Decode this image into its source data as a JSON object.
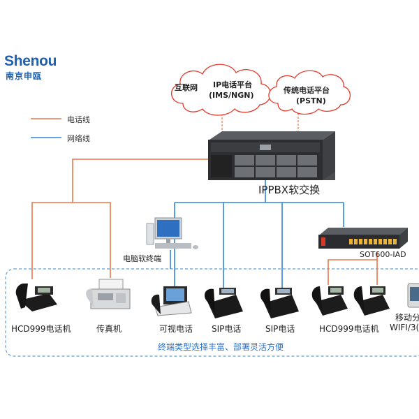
{
  "brand": {
    "name": "Shenou",
    "chinese": "南京申瓯"
  },
  "legend": {
    "phone_line": {
      "label": "电话线",
      "color": "#e8784a"
    },
    "network_line": {
      "label": "网络线",
      "color": "#2e86d4"
    }
  },
  "clouds": {
    "internet": {
      "line1": "互联网",
      "line2a": "IP电话平台",
      "line2b": "(IMS/NGN)"
    },
    "pstn": {
      "line1": "传统电话平台",
      "line2": "(PSTN)"
    }
  },
  "server": {
    "label": "IPPBX软交换"
  },
  "pc": {
    "label": "电脑软终端"
  },
  "iad": {
    "label": "SOT600-IAD"
  },
  "terminals": {
    "hcd999_left": "HCD999电话机",
    "fax": "传真机",
    "video_phone": "可视电话",
    "sip_phone_1": "SIP电话",
    "sip_phone_2": "SIP电话",
    "hcd999_right": "HCD999电话机",
    "mobile_line1": "移动分",
    "mobile_line2": "WIFI/3("
  },
  "tagline": "终端类型选择丰富、部署灵活方便"
}
